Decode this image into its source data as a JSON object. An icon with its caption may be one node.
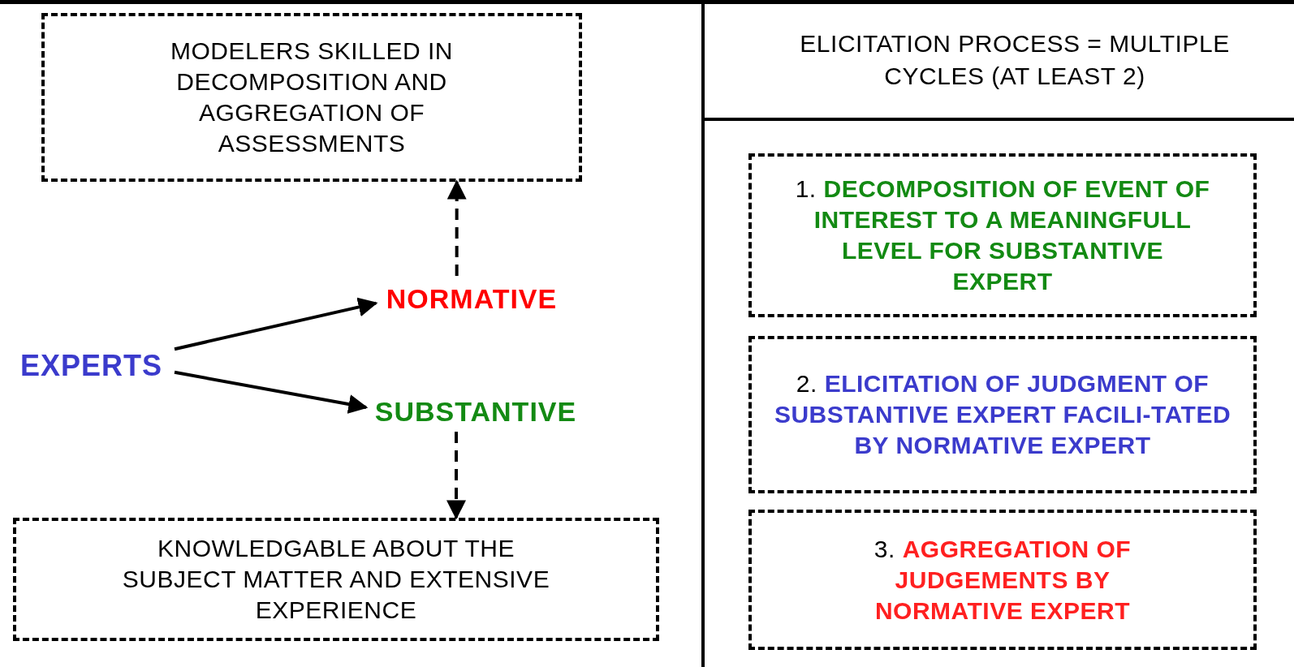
{
  "diagram": {
    "nodes": [
      {
        "text": [
          "MODELERS SKILLED IN DECOMPOSITION AND AGGREGATION OF ASSESSMENTS"
        ]
      },
      {
        "text": [
          "NORMATIVE"
        ]
      },
      {
        "text": [
          "EXPERTS"
        ]
      },
      {
        "text": [
          "SUBSTANTIVE"
        ]
      },
      {
        "text": [
          "KNOWLEDGABLE ABOUT THE SUBJECT MATTER AND EXTENSIVE EXPERIENCE"
        ]
      },
      {
        "text": [
          "1.",
          "DECOMPOSITION OF EVENT OF INTEREST TO A MEANINGFULL LEVEL FOR SUBSTANTIVE EXPERT"
        ]
      },
      {
        "text": [
          "2.",
          "ELICITATION OF JUDGMENT OF SUBSTANTIVE EXPERT FACILI-TATED BY NORMATIVE EXPERT"
        ]
      },
      {
        "text": [
          "3.",
          "AGGREGATION OF JUDGEMENTS BY NORMATIVE EXPERT"
        ]
      }
    ],
    "edges": [
      {
        "from": 2,
        "to": 1,
        "arrow": "to"
      },
      {
        "from": 2,
        "to": 3,
        "arrow": "to"
      },
      {
        "from": 1,
        "to": 0,
        "arrow": "to",
        "style": "dashed"
      },
      {
        "from": 3,
        "to": 4,
        "arrow": "to",
        "style": "dashed"
      }
    ],
    "labels": [
      "ELICITATION PROCESS = MULTIPLE CYCLES (AT LEAST 2)"
    ]
  }
}
